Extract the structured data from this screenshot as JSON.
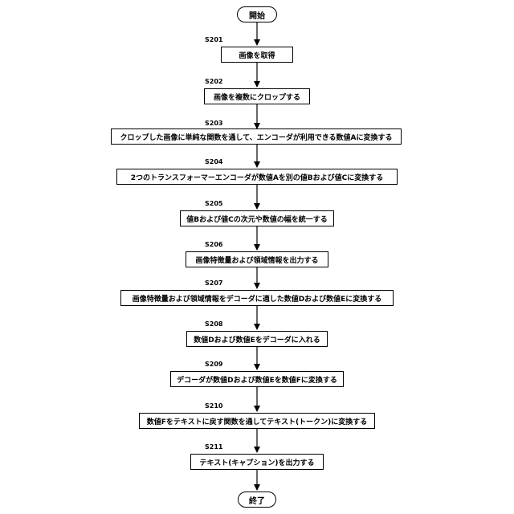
{
  "start": "開始",
  "end": "終了",
  "steps": [
    {
      "id": "S201",
      "text": "画像を取得"
    },
    {
      "id": "S202",
      "text": "画像を複数にクロップする"
    },
    {
      "id": "S203",
      "text": "クロップした画像に単純な関数を通して、エンコーダが利用できる数値Aに変換する"
    },
    {
      "id": "S204",
      "text": "2つのトランスフォーマーエンコーダが数値Aを別の値Bおよび値Cに変換する"
    },
    {
      "id": "S205",
      "text": "値Bおよび値Cの次元や数値の幅を統一する"
    },
    {
      "id": "S206",
      "text": "画像特徴量および領域情報を出力する"
    },
    {
      "id": "S207",
      "text": "画像特徴量および領域情報をデコーダに適した数値Dおよび数値Eに変換する"
    },
    {
      "id": "S208",
      "text": "数値Dおよび数値Eをデコーダに入れる"
    },
    {
      "id": "S209",
      "text": "デコーダが数値Dおよび数値Eを数値Fに変換する"
    },
    {
      "id": "S210",
      "text": "数値Fをテキストに戻す関数を通してテキスト(トークン)に変換する"
    },
    {
      "id": "S211",
      "text": "テキスト(キャプション)を出力する"
    }
  ]
}
